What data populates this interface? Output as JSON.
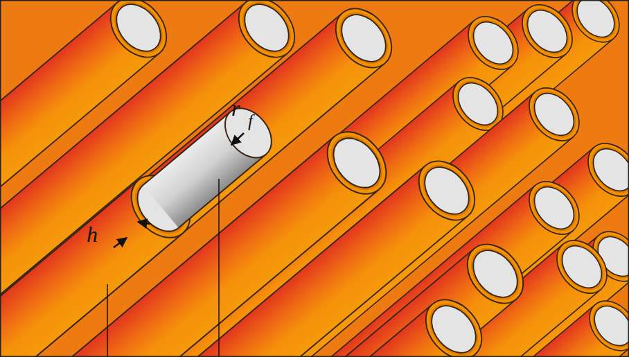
{
  "diagram": {
    "labels": [
      "r",
      "f",
      "h"
    ]
  }
}
